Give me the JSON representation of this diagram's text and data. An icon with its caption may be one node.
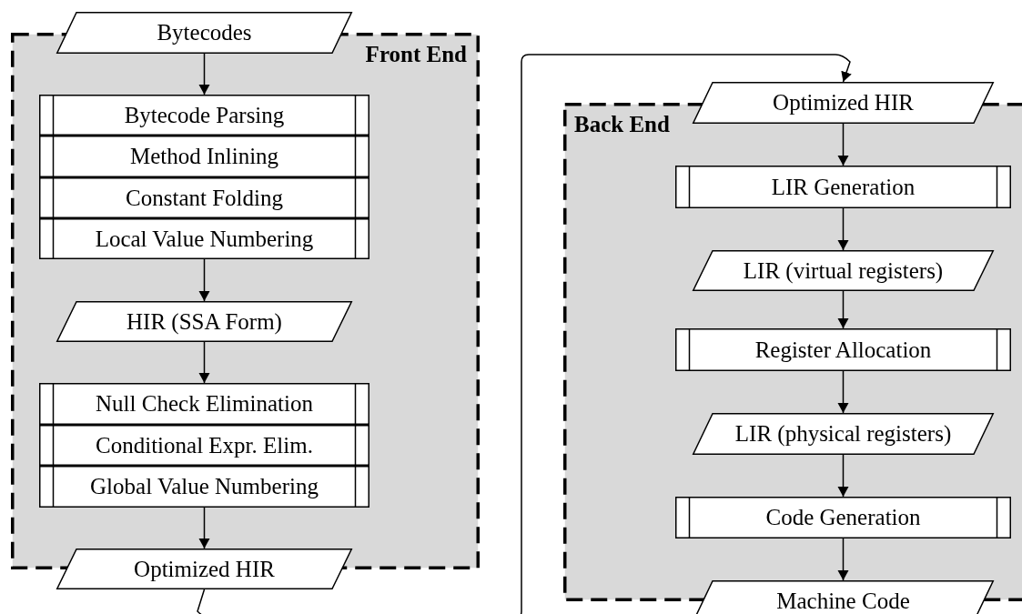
{
  "diagram": {
    "nodes": [
      {
        "text": [
          "Front End"
        ]
      },
      {
        "text": [
          "Bytecodes"
        ]
      },
      {
        "text": [
          "Bytecode Parsing"
        ],
        "in": 0
      },
      {
        "text": [
          "Method Inlining"
        ],
        "in": 0
      },
      {
        "text": [
          "Constant Folding"
        ],
        "in": 0
      },
      {
        "text": [
          "Local Value Numbering"
        ],
        "in": 0
      },
      {
        "text": [
          "HIR (SSA Form)"
        ],
        "in": 0
      },
      {
        "text": [
          "Null Check Elimination"
        ],
        "in": 0
      },
      {
        "text": [
          "Conditional Expr. Elim."
        ],
        "in": 0
      },
      {
        "text": [
          "Global Value Numbering"
        ],
        "in": 0
      },
      {
        "text": [
          "Optimized HIR"
        ]
      },
      {
        "text": [
          "Back End"
        ]
      },
      {
        "text": [
          "Optimized HIR"
        ]
      },
      {
        "text": [
          "LIR Generation"
        ],
        "in": 11
      },
      {
        "text": [
          "LIR (virtual registers)"
        ],
        "in": 11
      },
      {
        "text": [
          "Register Allocation"
        ],
        "in": 11
      },
      {
        "text": [
          "LIR (physical registers)"
        ],
        "in": 11
      },
      {
        "text": [
          "Code Generation"
        ],
        "in": 11
      },
      {
        "text": [
          "Machine Code"
        ]
      }
    ],
    "edges": [
      {
        "from": 1,
        "to": 2,
        "arrow": "to"
      },
      {
        "from": 5,
        "to": 6,
        "arrow": "to"
      },
      {
        "from": 6,
        "to": 7,
        "arrow": "to"
      },
      {
        "from": 9,
        "to": 10,
        "arrow": "to"
      },
      {
        "from": 10,
        "to": 12,
        "arrow": "to"
      },
      {
        "from": 12,
        "to": 13,
        "arrow": "to"
      },
      {
        "from": 13,
        "to": 14,
        "arrow": "to"
      },
      {
        "from": 14,
        "to": 15,
        "arrow": "to"
      },
      {
        "from": 15,
        "to": 16,
        "arrow": "to"
      },
      {
        "from": 16,
        "to": 17,
        "arrow": "to"
      },
      {
        "from": 17,
        "to": 18,
        "arrow": "to"
      }
    ]
  }
}
